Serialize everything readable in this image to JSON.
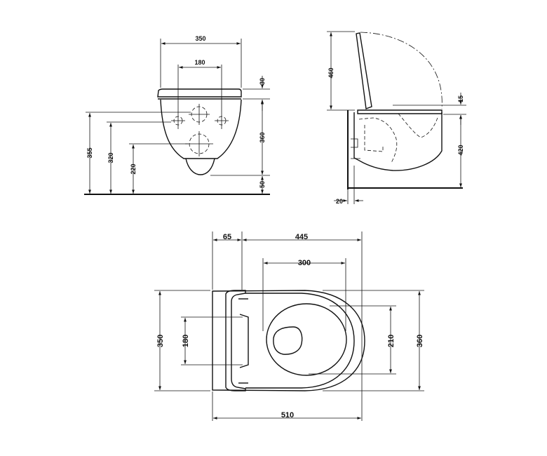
{
  "front_view": {
    "labels": {
      "width_350": "350",
      "spacing_180": "180",
      "gap_30": "30",
      "height_360": "360",
      "gap_50": "50",
      "height_355": "355",
      "height_320": "320",
      "height_220": "220"
    }
  },
  "side_view": {
    "labels": {
      "height_460": "460",
      "gap_15": "15",
      "height_420": "420",
      "offset_20": "20"
    }
  },
  "top_view": {
    "labels": {
      "offset_65": "65",
      "length_445": "445",
      "width_300": "300",
      "width_350": "350",
      "spacing_180": "180",
      "width_210": "210",
      "width_360": "360",
      "length_510": "510"
    }
  }
}
